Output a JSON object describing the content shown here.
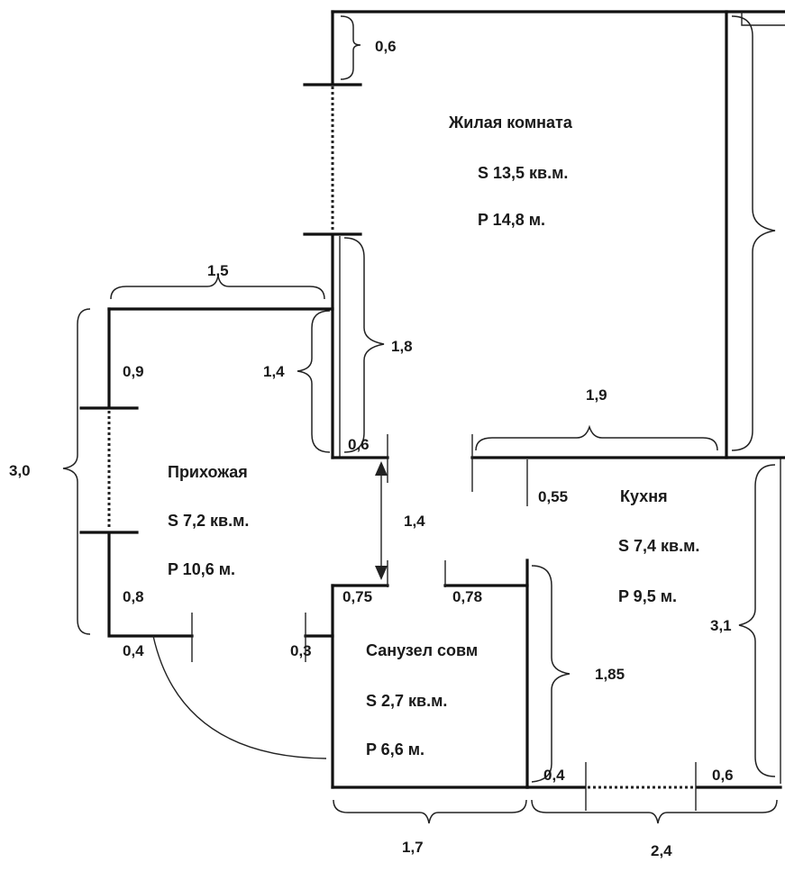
{
  "rooms": {
    "living": {
      "name": "Жилая комната",
      "area": "S  13,5 кв.м.",
      "perimeter": "P  14,8 м."
    },
    "hall": {
      "name": "Прихожая",
      "area": "S  7,2  кв.м.",
      "perimeter": "P  10,6 м."
    },
    "kitchen": {
      "name": "Кухня",
      "area": "S  7,4 кв.м.",
      "perimeter": "P  9,5 м."
    },
    "bathroom": {
      "name": "Санузел совм",
      "area": "S  2,7  кв.м.",
      "perimeter": "P  6,6 м."
    }
  },
  "dimensions": {
    "living_window_offset": "0,6",
    "living_left_lower": "1,8",
    "living_bottom_right": "1,9",
    "hall_top": "1,5",
    "hall_height": "3,0",
    "hall_window_top": "0,9",
    "hall_window_bottom": "0,8",
    "hall_right_upper": "1,4",
    "hall_wall_stub": "0,6",
    "hall_door_bottom_left": "0,4",
    "passage_width": "1,4",
    "bath_stub_left": "0,3",
    "bath_top_left": "0,75",
    "bath_top_right": "0,78",
    "bath_width": "1,7",
    "kitchen_door_stub": "0,55",
    "kitchen_left": "1,85",
    "kitchen_right": "3,1",
    "kitchen_window_left": "0,4",
    "kitchen_window_right": "0,6",
    "kitchen_width": "2,4"
  }
}
